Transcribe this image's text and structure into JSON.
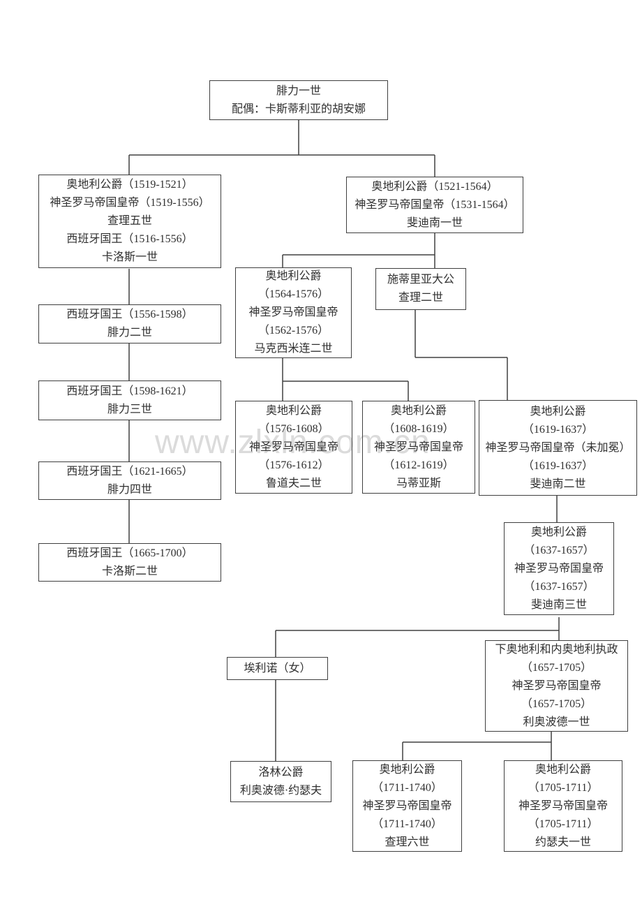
{
  "watermark": "www.zlxln.com.cn",
  "nodes": {
    "philip1": {
      "lines": [
        "腓力一世",
        "配偶：卡斯蒂利亚的胡安娜"
      ]
    },
    "charles5": {
      "lines": [
        "奥地利公爵（1519-1521）",
        "神圣罗马帝国皇帝（1519-1556）",
        "查理五世",
        "西班牙国王（1516-1556）",
        "卡洛斯一世"
      ]
    },
    "ferdinand1": {
      "lines": [
        "奥地利公爵（1521-1564）",
        "神圣罗马帝国皇帝（1531-1564）",
        "斐迪南一世"
      ]
    },
    "maximilian2": {
      "lines": [
        "奥地利公爵",
        "（1564-1576）",
        "神圣罗马帝国皇帝",
        "（1562-1576）",
        "马克西米连二世"
      ]
    },
    "charles2styria": {
      "lines": [
        "施蒂里亚大公",
        "查理二世"
      ]
    },
    "philip2": {
      "lines": [
        "西班牙国王（1556-1598）",
        "腓力二世"
      ]
    },
    "philip3": {
      "lines": [
        "西班牙国王（1598-1621）",
        "腓力三世"
      ]
    },
    "rudolf2": {
      "lines": [
        "奥地利公爵",
        "（1576-1608）",
        "神圣罗马帝国皇帝",
        "（1576-1612）",
        "鲁道夫二世"
      ]
    },
    "matthias": {
      "lines": [
        "奥地利公爵",
        "（1608-1619）",
        "神圣罗马帝国皇帝",
        "（1612-1619）",
        "马蒂亚斯"
      ]
    },
    "ferdinand2": {
      "lines": [
        "奥地利公爵",
        "（1619-1637）",
        "神圣罗马帝国皇帝（未加冕）",
        "（1619-1637）",
        "斐迪南二世"
      ]
    },
    "philip4": {
      "lines": [
        "西班牙国王（1621-1665）",
        "腓力四世"
      ]
    },
    "carlos2": {
      "lines": [
        "西班牙国王（1665-1700）",
        "卡洛斯二世"
      ]
    },
    "ferdinand3": {
      "lines": [
        "奥地利公爵",
        "（1637-1657）",
        "神圣罗马帝国皇帝",
        "（1637-1657）",
        "斐迪南三世"
      ]
    },
    "eleanor": {
      "lines": [
        "埃利诺（女）"
      ]
    },
    "leopold1": {
      "lines": [
        "下奥地利和内奥地利执政",
        "（1657-1705）",
        "神圣罗马帝国皇帝",
        "（1657-1705）",
        "利奥波德一世"
      ]
    },
    "lorraine": {
      "lines": [
        "洛林公爵",
        "利奥波德·约瑟夫"
      ]
    },
    "charles6": {
      "lines": [
        "奥地利公爵",
        "（1711-1740）",
        "神圣罗马帝国皇帝",
        "（1711-1740）",
        "查理六世"
      ]
    },
    "joseph1": {
      "lines": [
        "奥地利公爵",
        "（1705-1711）",
        "神圣罗马帝国皇帝",
        "（1705-1711）",
        "约瑟夫一世"
      ]
    }
  },
  "edges": [
    [
      "philip1",
      "charles5"
    ],
    [
      "philip1",
      "ferdinand1"
    ],
    [
      "charles5",
      "philip2"
    ],
    [
      "philip2",
      "philip3"
    ],
    [
      "philip3",
      "philip4"
    ],
    [
      "philip4",
      "carlos2"
    ],
    [
      "ferdinand1",
      "maximilian2"
    ],
    [
      "ferdinand1",
      "charles2styria"
    ],
    [
      "maximilian2",
      "rudolf2"
    ],
    [
      "maximilian2",
      "matthias"
    ],
    [
      "charles2styria",
      "ferdinand2"
    ],
    [
      "ferdinand2",
      "ferdinand3"
    ],
    [
      "ferdinand3",
      "eleanor"
    ],
    [
      "ferdinand3",
      "leopold1"
    ],
    [
      "eleanor",
      "lorraine"
    ],
    [
      "leopold1",
      "charles6"
    ],
    [
      "leopold1",
      "joseph1"
    ]
  ],
  "colors": {
    "line": "#404040",
    "border": "#3f3f3f",
    "text": "#303030",
    "watermark_gray": "#d7d7d7"
  }
}
